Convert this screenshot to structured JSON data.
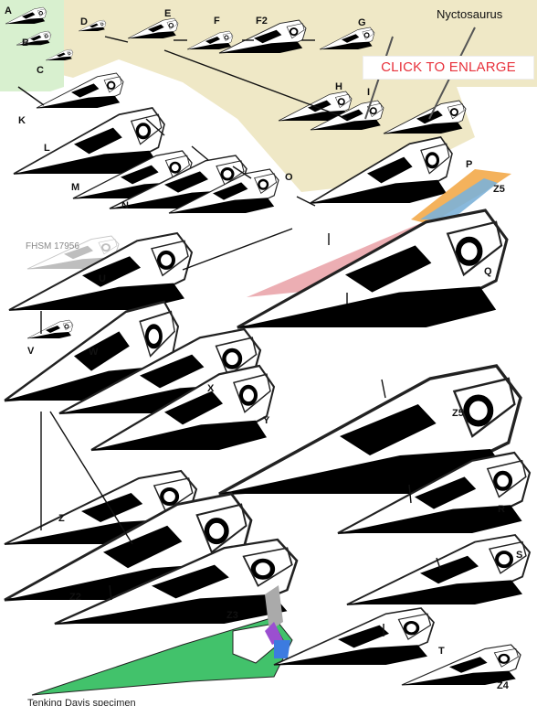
{
  "title": "Nyctosaurus",
  "enlarge_button": "CLICK TO ENLARGE",
  "specimen_label": "FHSM 17956",
  "caption": "Tenking Davis specimen",
  "colors": {
    "background_tan": "#efe8c6",
    "background_green": "#d8f0cf",
    "skull_fill": "#000000",
    "skull_outline": "#222222",
    "overlay_pink": "#e6939a",
    "overlay_blue": "#7cb1d8",
    "overlay_orange": "#f2a540",
    "enlarge_text": "#e8323c"
  },
  "labels": {
    "A": "A",
    "B": "B",
    "C": "C",
    "D": "D",
    "E": "E",
    "F": "F",
    "F2": "F2",
    "G": "G",
    "H": "H",
    "I": "I",
    "J": "J",
    "K": "K",
    "L": "L",
    "M": "M",
    "N": "N",
    "O": "O",
    "P": "P",
    "Z5a": "Z5",
    "Q": "Q",
    "U": "U",
    "V": "V",
    "W": "W",
    "X": "X",
    "Y": "Y",
    "Z5b": "Z5",
    "Z": "Z",
    "R": "R",
    "S": "S",
    "Z2": "Z2",
    "Z3": "Z3",
    "T": "T",
    "Z4": "Z4"
  }
}
